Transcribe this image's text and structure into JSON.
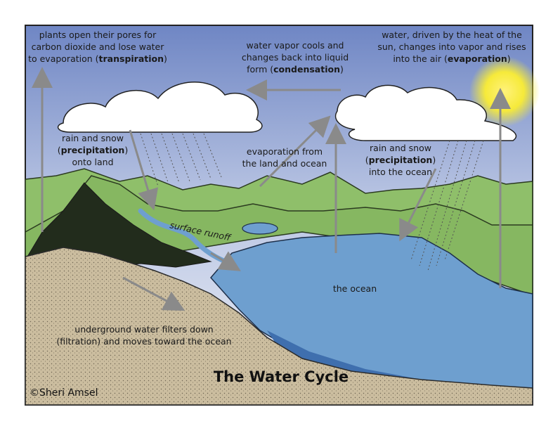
{
  "title": "The Water Cycle",
  "credit": "©Sheri Amsel",
  "labels": {
    "transpiration": {
      "line1": "plants open their pores for",
      "line2": "carbon dioxide and lose water",
      "line3_pre": "to evaporation (",
      "line3_bold": "transpiration",
      "line3_post": ")"
    },
    "condensation": {
      "line1": "water vapor cools and",
      "line2": "changes back into liquid",
      "line3_pre": "form (",
      "line3_bold": "condensation",
      "line3_post": ")"
    },
    "evaporation": {
      "line1": "water, driven by the heat of the",
      "line2": "sun, changes into vapor and rises",
      "line3_pre": "into the air (",
      "line3_bold": "evaporation",
      "line3_post": ")"
    },
    "precip_land": {
      "line1": "rain and snow",
      "line2_pre": "(",
      "line2_bold": "precipitation",
      "line2_post": ")",
      "line3": "onto land"
    },
    "evap_land_ocean": {
      "line1": "evaporation from",
      "line2": "the land and ocean"
    },
    "precip_ocean": {
      "line1": "rain and snow",
      "line2_pre": "(",
      "line2_bold": "precipitation",
      "line2_post": ")",
      "line3": "into the ocean"
    },
    "runoff": "surface runoff",
    "ocean": "the ocean",
    "filtration": {
      "line1": "underground water filters down",
      "line2": "(filtration) and moves toward the ocean"
    }
  },
  "colors": {
    "sky_top": "#6f86c4",
    "sky_bottom": "#eef1f7",
    "mountain_far": "#8fbf6a",
    "mountain_near": "#7fb25a",
    "ocean": "#6e9fcf",
    "ocean_deep": "#3f6fae",
    "ground": "#c8b99a",
    "sun": "#f6ea3a",
    "forest": "#1f2a1a",
    "arrow": "#8a8a8a"
  },
  "icons": {
    "sun": "sun-icon",
    "cloud": "cloud-icon"
  }
}
